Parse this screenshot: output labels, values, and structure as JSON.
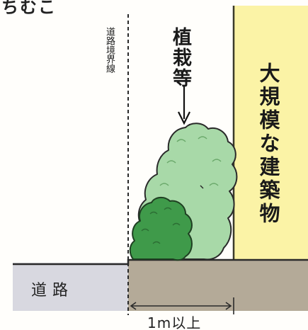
{
  "top_fragment": "ちむこ",
  "boundary_label": "道路境界線",
  "planting_label": "植栽等",
  "building_label": "大規模な建築物",
  "road_label": "道路",
  "distance_label": "1m以上",
  "colors": {
    "building": "#fbf3a6",
    "building_edge": "#3a3a2a",
    "road": "#d8d8e0",
    "ground": "#b4aa98",
    "shrub_large": "#a8d9a8",
    "shrub_small": "#3f9a4a",
    "line": "#2a2a2a"
  }
}
